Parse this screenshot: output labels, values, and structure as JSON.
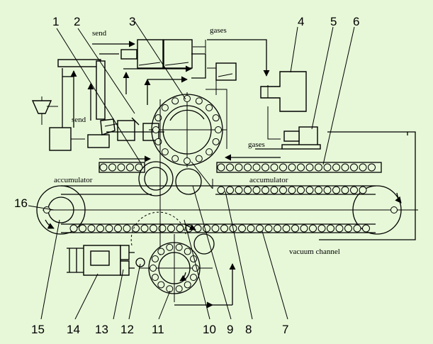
{
  "labels": {
    "send_top": "send",
    "send_left": "send",
    "gases_top": "gases",
    "gases_mid": "gases",
    "accumulator_left": "accumulator",
    "accumulator_right": "accumulator",
    "vacuum_channel": "vacuum channel"
  },
  "numbers": {
    "n1": "1",
    "n2": "2",
    "n3": "3",
    "n4": "4",
    "n5": "5",
    "n6": "6",
    "n7": "7",
    "n8": "8",
    "n9": "9",
    "n10": "10",
    "n11": "11",
    "n12": "12",
    "n13": "13",
    "n14": "14",
    "n15": "15",
    "n16": "16"
  }
}
